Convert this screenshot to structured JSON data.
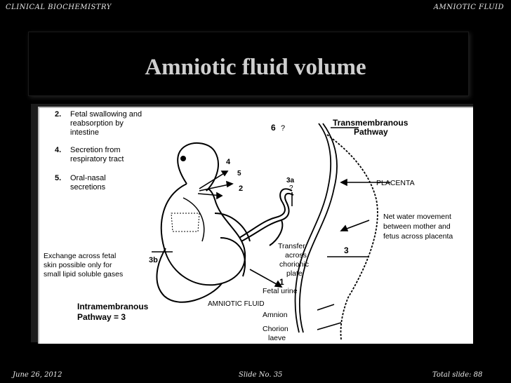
{
  "header": {
    "left": "CLINICAL BIOCHEMISTRY",
    "right": "AMNIOTIC FLUID"
  },
  "title": "Amniotic fluid volume",
  "figure": {
    "item2_num": "2.",
    "item2_l1": "Fetal swallowing and",
    "item2_l2": "reabsorption by",
    "item2_l3": "intestine",
    "item4_num": "4.",
    "item4_l1": "Secretion from",
    "item4_l2": "respiratory tract",
    "item5_num": "5.",
    "item5_l1": "Oral-nasal",
    "item5_l2": "secretions",
    "label_6": "6",
    "label_q1": "?",
    "trans_l1": "Transmembranous",
    "trans_l2": "Pathway",
    "placenta": "PLACENTA",
    "label_4": "4",
    "label_5": "5",
    "label_2": "2",
    "label_3a": "3a",
    "label_q2": "?",
    "net_l1": "Net water movement",
    "net_l2": "between mother and",
    "net_l3": "fetus across placenta",
    "exch_l1": "Exchange across fetal",
    "exch_l2": "skin possible only for",
    "exch_l3": "small lipid soluble gases",
    "label_3b": "3b",
    "transfer_l1": "Transfer",
    "transfer_l2": "across",
    "transfer_l3": "chorionic",
    "transfer_l4": "plate",
    "label_3": "3",
    "label_1": "1",
    "fetal_urine": "Fetal urine",
    "amniotic": "AMNIOTIC FLUID",
    "intra_l1": "Intramembranous",
    "intra_l2": "Pathway = 3",
    "amnion": "Amnion",
    "chorion_l1": "Chorion",
    "chorion_l2": "laeve"
  },
  "footer": {
    "date": "June 26, 2012",
    "slide_label": "Slide No. 35",
    "total_label": "Total slide: 88"
  }
}
